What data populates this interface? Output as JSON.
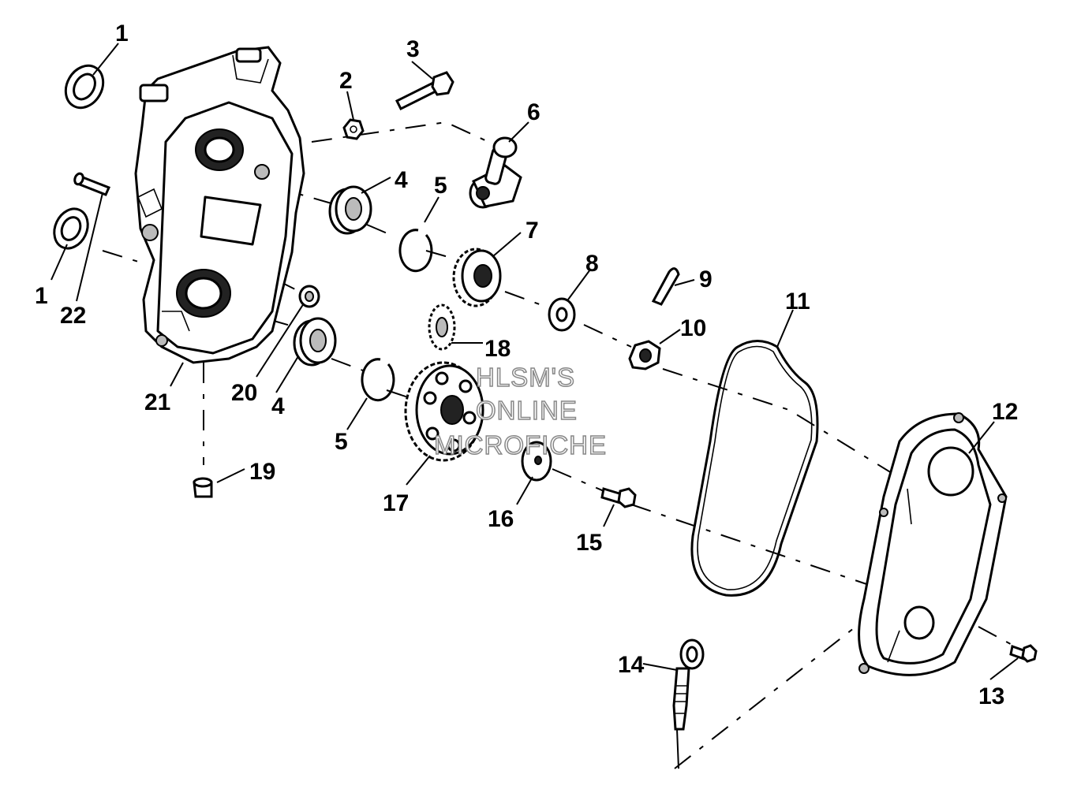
{
  "watermark": {
    "line1": "HLSM'S",
    "line2": "ONLINE",
    "line3": "MICROFICHE"
  },
  "callouts": [
    {
      "id": "c1a",
      "label": "1"
    },
    {
      "id": "c1b",
      "label": "1"
    },
    {
      "id": "c2",
      "label": "2"
    },
    {
      "id": "c3",
      "label": "3"
    },
    {
      "id": "c4a",
      "label": "4"
    },
    {
      "id": "c4b",
      "label": "4"
    },
    {
      "id": "c5a",
      "label": "5"
    },
    {
      "id": "c5b",
      "label": "5"
    },
    {
      "id": "c6",
      "label": "6"
    },
    {
      "id": "c7",
      "label": "7"
    },
    {
      "id": "c8",
      "label": "8"
    },
    {
      "id": "c9",
      "label": "9"
    },
    {
      "id": "c10",
      "label": "10"
    },
    {
      "id": "c11",
      "label": "11"
    },
    {
      "id": "c12",
      "label": "12"
    },
    {
      "id": "c13",
      "label": "13"
    },
    {
      "id": "c14",
      "label": "14"
    },
    {
      "id": "c15",
      "label": "15"
    },
    {
      "id": "c16",
      "label": "16"
    },
    {
      "id": "c17",
      "label": "17"
    },
    {
      "id": "c18",
      "label": "18"
    },
    {
      "id": "c19",
      "label": "19"
    },
    {
      "id": "c20",
      "label": "20"
    },
    {
      "id": "c21",
      "label": "21"
    },
    {
      "id": "c22",
      "label": "22"
    }
  ]
}
